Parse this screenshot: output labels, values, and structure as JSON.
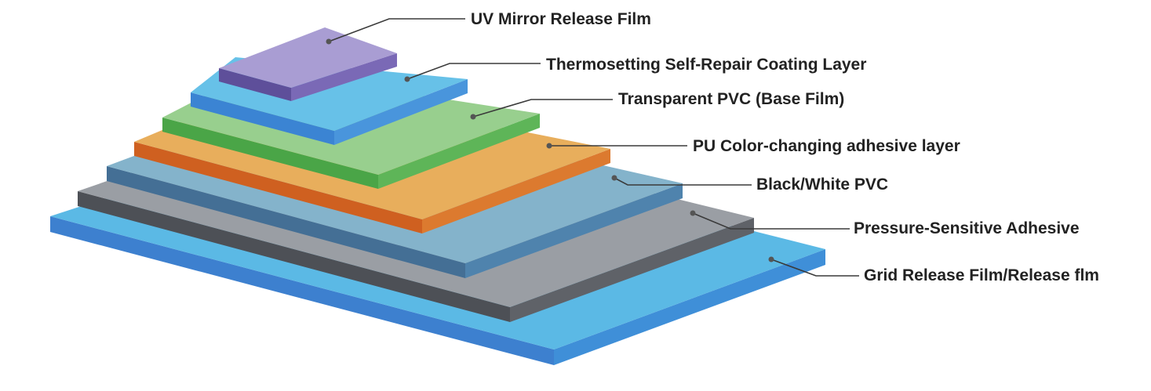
{
  "diagram": {
    "layers": [
      {
        "id": "grid-release-film",
        "label": "Grid Release Film/Release flm",
        "colors": {
          "top": "#5bb9e5",
          "front": "#3d80cf",
          "side": "#3f8fd8"
        }
      },
      {
        "id": "pressure-sensitive-adhesive",
        "label": "Pressure-Sensitive Adhesive",
        "colors": {
          "top": "#9a9ea4",
          "front": "#4d5056",
          "side": "#5f6268"
        }
      },
      {
        "id": "black-white-pvc",
        "label": "Black/White PVC",
        "colors": {
          "top": "#84b3cb",
          "front": "#446f95",
          "side": "#4f83ad"
        }
      },
      {
        "id": "pu-color-changing-adhesive",
        "label": "PU Color-changing adhesive layer",
        "colors": {
          "top": "#e8ae5c",
          "front": "#cf6020",
          "side": "#dc7a2f"
        }
      },
      {
        "id": "transparent-pvc",
        "label": "Transparent PVC (Base Film)",
        "colors": {
          "top": "#98cf8e",
          "front": "#4aa547",
          "side": "#5eb558"
        }
      },
      {
        "id": "self-repair-coating",
        "label": "Thermosetting Self-Repair Coating Layer",
        "colors": {
          "top": "#67c1e8",
          "front": "#3b84d3",
          "side": "#4995dc"
        }
      },
      {
        "id": "uv-mirror-release-film",
        "label": "UV Mirror Release Film",
        "colors": {
          "top": "#a99dd3",
          "front": "#5e4f9a",
          "side": "#7a69b6"
        }
      }
    ],
    "leader_color": "#3a3a3a",
    "dot_color": "#555555"
  }
}
